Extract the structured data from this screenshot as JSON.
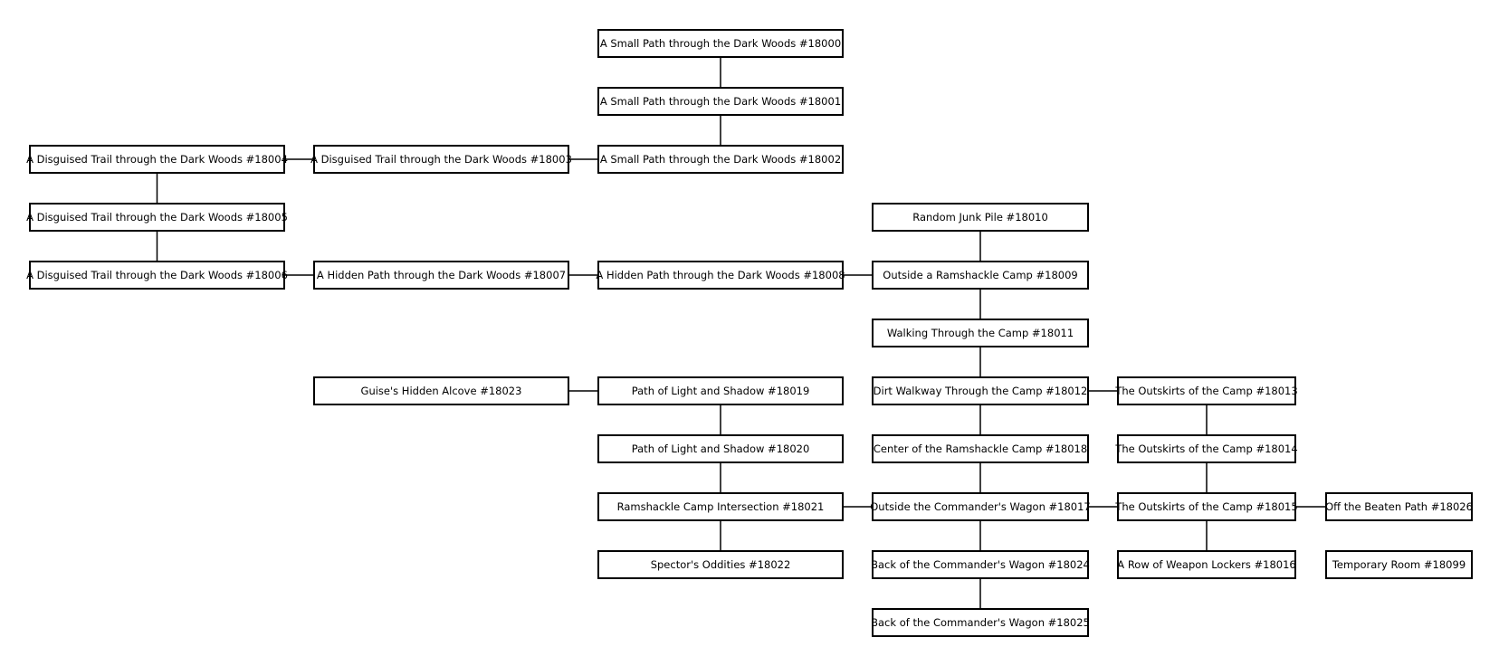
{
  "map": {
    "line_color": "#000000",
    "rooms": [
      {
        "id": "r18000",
        "label": "A Small Path through the Dark Woods #18000"
      },
      {
        "id": "r18001",
        "label": "A Small Path through the Dark Woods #18001"
      },
      {
        "id": "r18002",
        "label": "A Small Path through the Dark Woods #18002"
      },
      {
        "id": "r18003",
        "label": "A Disguised Trail through the Dark Woods #18003"
      },
      {
        "id": "r18004",
        "label": "A Disguised Trail through the Dark Woods #18004"
      },
      {
        "id": "r18005",
        "label": "A Disguised Trail through the Dark Woods #18005"
      },
      {
        "id": "r18006",
        "label": "A Disguised Trail through the Dark Woods #18006"
      },
      {
        "id": "r18007",
        "label": "A Hidden Path through the Dark Woods #18007"
      },
      {
        "id": "r18008",
        "label": "A Hidden Path through the Dark Woods #18008"
      },
      {
        "id": "r18009",
        "label": "Outside a Ramshackle Camp #18009"
      },
      {
        "id": "r18010",
        "label": "Random Junk Pile #18010"
      },
      {
        "id": "r18011",
        "label": "Walking Through the Camp #18011"
      },
      {
        "id": "r18012",
        "label": "Dirt Walkway Through the Camp #18012"
      },
      {
        "id": "r18013",
        "label": "The Outskirts of the Camp #18013"
      },
      {
        "id": "r18014",
        "label": "The Outskirts of the Camp #18014"
      },
      {
        "id": "r18015",
        "label": "The Outskirts of the Camp #18015"
      },
      {
        "id": "r18016",
        "label": "A Row of Weapon Lockers #18016"
      },
      {
        "id": "r18017",
        "label": "Outside the Commander's Wagon #18017"
      },
      {
        "id": "r18018",
        "label": "Center of the Ramshackle Camp #18018"
      },
      {
        "id": "r18019",
        "label": "Path of Light and Shadow #18019"
      },
      {
        "id": "r18020",
        "label": "Path of Light and Shadow #18020"
      },
      {
        "id": "r18021",
        "label": "Ramshackle Camp Intersection #18021"
      },
      {
        "id": "r18022",
        "label": "Spector's Oddities #18022"
      },
      {
        "id": "r18023",
        "label": "Guise's Hidden Alcove #18023"
      },
      {
        "id": "r18024",
        "label": "Back of the Commander's Wagon #18024"
      },
      {
        "id": "r18025",
        "label": "Back of the Commander's Wagon #18025"
      },
      {
        "id": "r18026",
        "label": "Off the Beaten Path #18026"
      },
      {
        "id": "r18099",
        "label": "Temporary Room #18099"
      }
    ],
    "links": [
      [
        "r18000",
        "r18001"
      ],
      [
        "r18001",
        "r18002"
      ],
      [
        "r18002",
        "r18003"
      ],
      [
        "r18003",
        "r18004"
      ],
      [
        "r18004",
        "r18005"
      ],
      [
        "r18005",
        "r18006"
      ],
      [
        "r18006",
        "r18007"
      ],
      [
        "r18007",
        "r18008"
      ],
      [
        "r18008",
        "r18009"
      ],
      [
        "r18010",
        "r18009"
      ],
      [
        "r18009",
        "r18011"
      ],
      [
        "r18011",
        "r18012"
      ],
      [
        "r18012",
        "r18013"
      ],
      [
        "r18013",
        "r18014"
      ],
      [
        "r18014",
        "r18015"
      ],
      [
        "r18015",
        "r18026"
      ],
      [
        "r18015",
        "r18016"
      ],
      [
        "r18012",
        "r18018"
      ],
      [
        "r18018",
        "r18017"
      ],
      [
        "r18017",
        "r18015"
      ],
      [
        "r18017",
        "r18024"
      ],
      [
        "r18024",
        "r18025"
      ],
      [
        "r18017",
        "r18021"
      ],
      [
        "r18021",
        "r18020"
      ],
      [
        "r18020",
        "r18019"
      ],
      [
        "r18019",
        "r18023"
      ],
      [
        "r18021",
        "r18022"
      ]
    ]
  }
}
